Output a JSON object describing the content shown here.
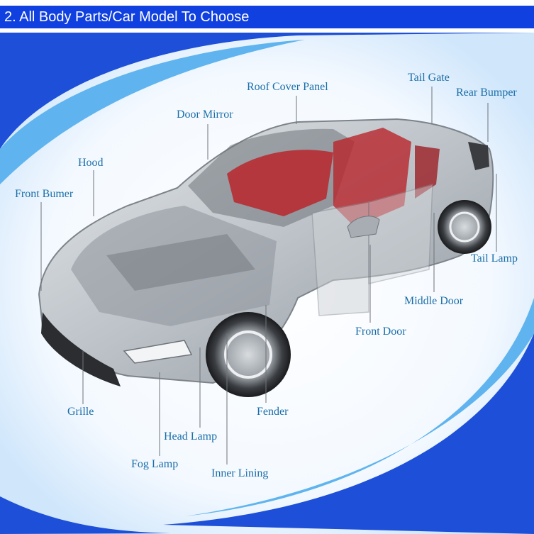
{
  "header": {
    "title": "2. All Body Parts/Car Model To Choose"
  },
  "colors": {
    "header_bg": "#1040e0",
    "label_text": "#1a6ea8",
    "swoosh_blue": "#1d4fd8",
    "car_body": "#c5cad0",
    "interior_red": "#b8262c"
  },
  "labels": {
    "roof_cover_panel": "Roof Cover Panel",
    "tail_gate": "Tail Gate",
    "rear_bumper": "Rear Bumper",
    "door_mirror": "Door Mirror",
    "hood": "Hood",
    "front_bumper": "Front Bumer",
    "tail_lamp": "Tail Lamp",
    "middle_door": "Middle Door",
    "front_door": "Front Door",
    "grille": "Grille",
    "fender": "Fender",
    "head_lamp": "Head Lamp",
    "fog_lamp": "Fog Lamp",
    "inner_lining": "Inner Lining"
  }
}
